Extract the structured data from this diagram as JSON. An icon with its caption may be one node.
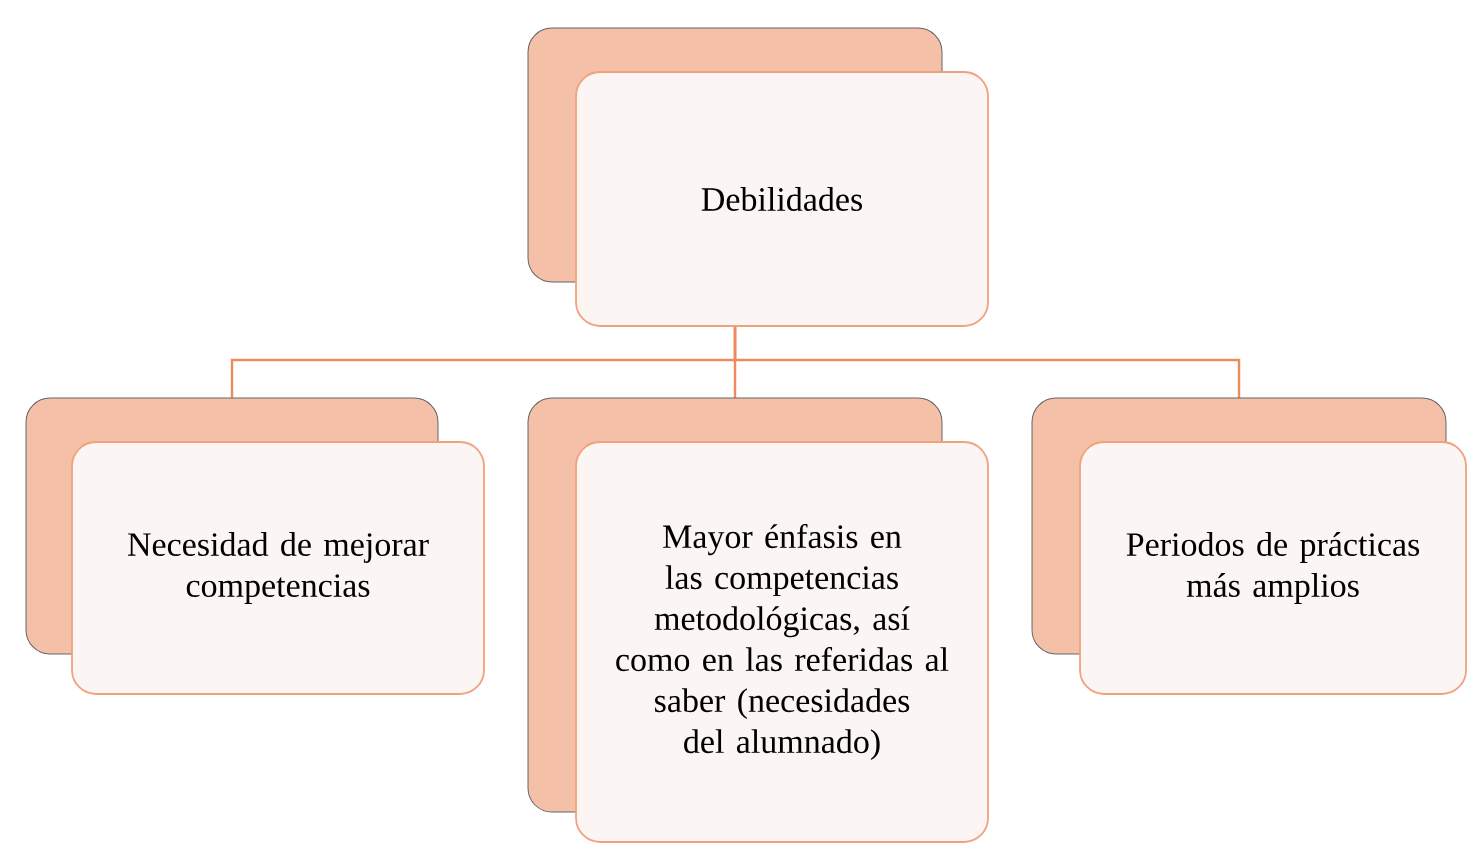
{
  "diagram": {
    "nodes": [
      {
        "text": [
          "Debilidades"
        ]
      },
      {
        "text": [
          "Necesidad de mejorar competencias"
        ]
      },
      {
        "text": [
          "Mayor énfasis en las competencias metodológicas, así como en las referidas al saber (necesidades del alumnado)"
        ]
      },
      {
        "text": [
          "Periodos de prácticas más amplios"
        ]
      }
    ],
    "edges": [
      {
        "from": 0,
        "to": 1,
        "arrow": "none"
      },
      {
        "from": 0,
        "to": 2,
        "arrow": "none"
      },
      {
        "from": 0,
        "to": 3,
        "arrow": "none"
      }
    ]
  }
}
